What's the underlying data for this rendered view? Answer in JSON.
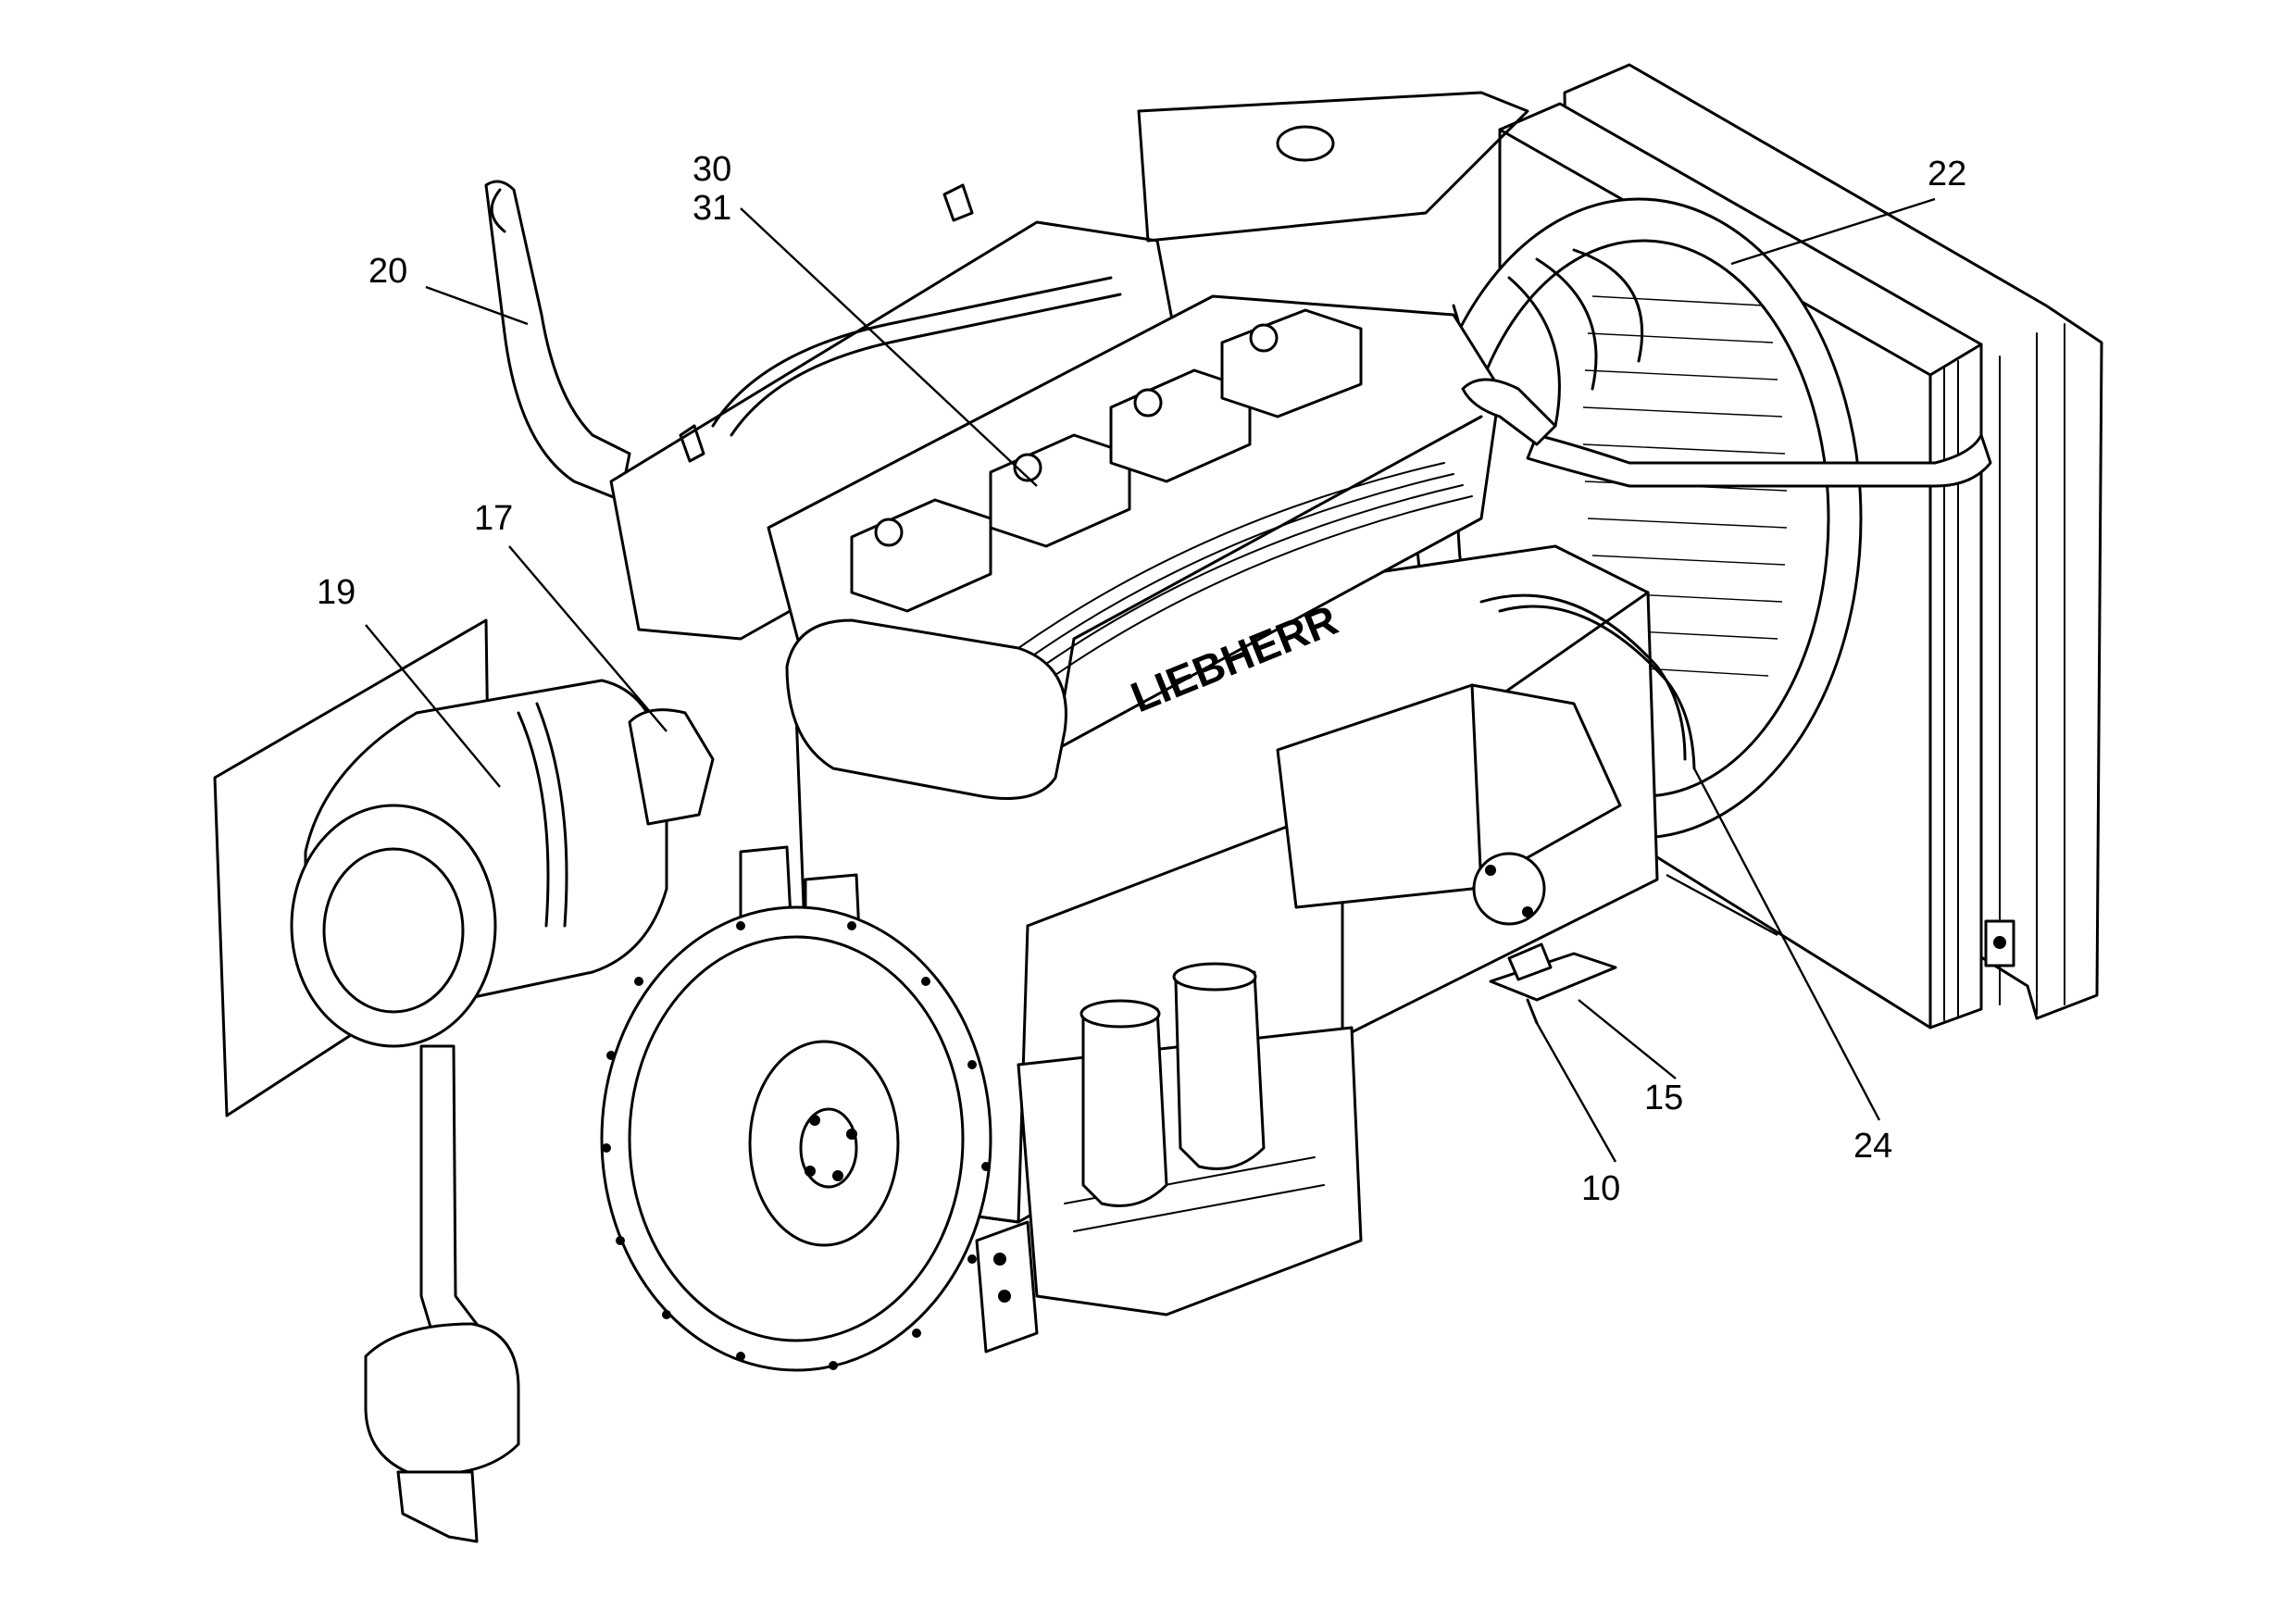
{
  "diagram": {
    "brand_text": "LIEBHERR",
    "callouts": [
      {
        "id": "c30",
        "label": "30"
      },
      {
        "id": "c31",
        "label": "31"
      },
      {
        "id": "c22",
        "label": "22"
      },
      {
        "id": "c20",
        "label": "20"
      },
      {
        "id": "c17",
        "label": "17"
      },
      {
        "id": "c19",
        "label": "19"
      },
      {
        "id": "c15",
        "label": "15"
      },
      {
        "id": "c10",
        "label": "10"
      },
      {
        "id": "c24",
        "label": "24"
      }
    ]
  }
}
